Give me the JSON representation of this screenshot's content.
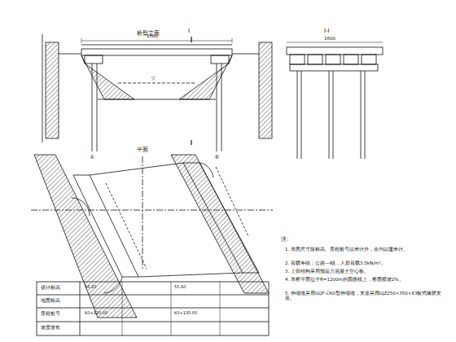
{
  "diagram": {
    "labels": [
      "桥型立面",
      "I",
      "I-I",
      "平面",
      "注:",
      "1. 本图尺寸除标高、里程桩号以米计外，余均以厘米计。",
      "2. 荷载等级：公路—I级，人群荷载3.5kN/m²。",
      "3. 上部结构采用预应力混凝土空心板。",
      "4. 本桥平面位于R=1200m的圆曲线上，桥面横坡2%。",
      "5. 伸缩缝采用GQF-C60型伸缩缝，支座采用GJZ250×350×63板式橡胶支座。",
      "1500",
      "1600",
      "①",
      "②",
      "▽",
      "设计标高",
      "地面标高",
      "里程桩号",
      "坡度坡长",
      "K0+120.00",
      "K0+135.00",
      "56.20",
      "55.80"
    ]
  }
}
